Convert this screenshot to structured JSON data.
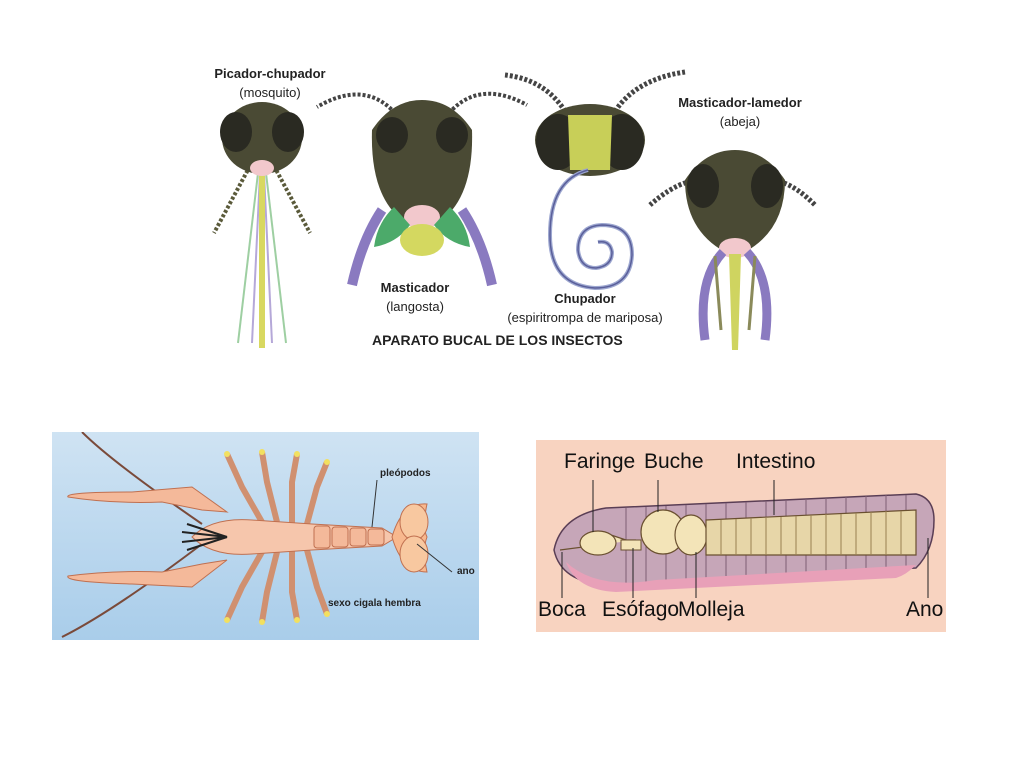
{
  "insects": {
    "title": "APARATO BUCAL DE LOS INSECTOS",
    "mosquito": {
      "type": "Picador-chupador",
      "animal": "(mosquito)"
    },
    "langosta": {
      "type": "Masticador",
      "animal": "(langosta)"
    },
    "mariposa": {
      "type": "Chupador",
      "animal": "(espiritrompa de mariposa)"
    },
    "abeja": {
      "type": "Masticador-lamedor",
      "animal": "(abeja)"
    }
  },
  "cigala": {
    "pleopodos": "pleópodos",
    "ano": "ano",
    "caption": "sexo cigala hembra",
    "colors": {
      "background": "#bcd8ee",
      "body": "#f4b99a"
    }
  },
  "lombriz": {
    "faringe": "Faringe",
    "buche": "Buche",
    "intestino": "Intestino",
    "boca": "Boca",
    "esofago": "Esófago",
    "molleja": "Molleja",
    "ano": "Ano",
    "colors": {
      "background": "#f8d3c0",
      "body": "#c6a6b8"
    }
  }
}
